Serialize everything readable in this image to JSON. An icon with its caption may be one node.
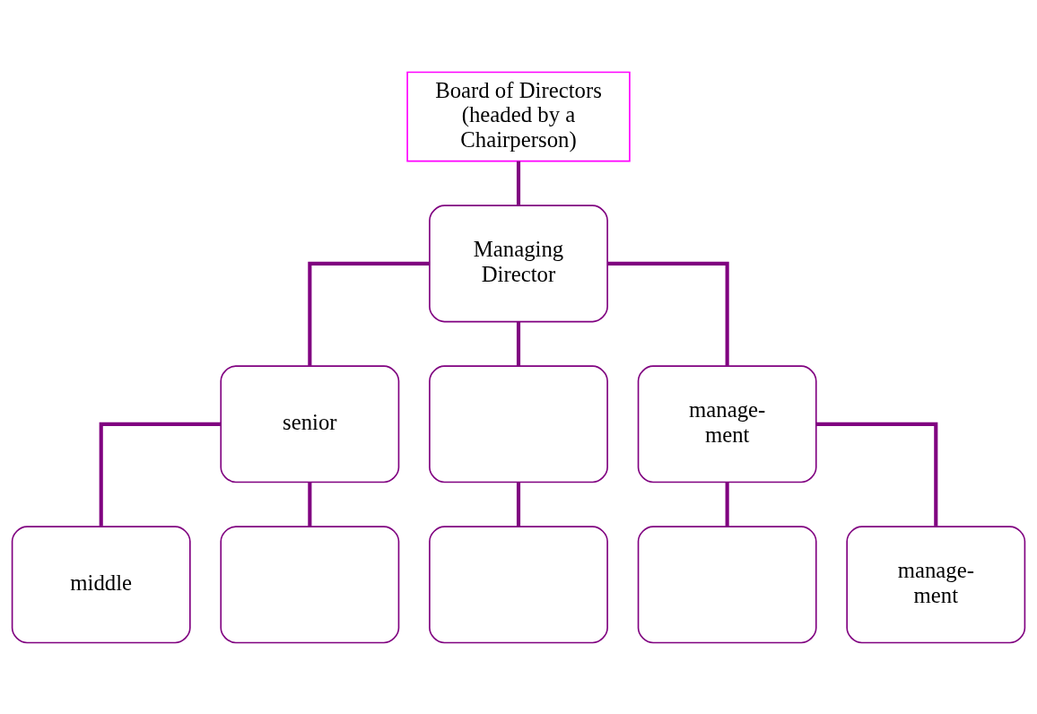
{
  "diagram": {
    "nodes": [
      {
        "text": [
          "Board of Directors (headed by a Chairperson)"
        ]
      },
      {
        "text": [
          "Managing Director"
        ]
      },
      {
        "text": [
          "senior"
        ]
      },
      {
        "text": [],
        "shape": "box"
      },
      {
        "text": [
          "manage- ment"
        ]
      },
      {
        "text": [
          "middle"
        ]
      },
      {
        "text": [],
        "shape": "box"
      },
      {
        "text": [],
        "shape": "box"
      },
      {
        "text": [],
        "shape": "box"
      },
      {
        "text": [
          "manage- ment"
        ]
      }
    ],
    "edges": [
      {
        "from": 0,
        "to": 1,
        "arrow": "none"
      },
      {
        "from": 1,
        "to": 2,
        "arrow": "none"
      },
      {
        "from": 1,
        "to": 3,
        "arrow": "none"
      },
      {
        "from": 1,
        "to": 4,
        "arrow": "none"
      },
      {
        "from": 2,
        "to": 5,
        "arrow": "none"
      },
      {
        "from": 2,
        "to": 6,
        "arrow": "none"
      },
      {
        "from": 3,
        "to": 7,
        "arrow": "none"
      },
      {
        "from": 4,
        "to": 8,
        "arrow": "none"
      },
      {
        "from": 4,
        "to": 9,
        "arrow": "none"
      }
    ]
  }
}
